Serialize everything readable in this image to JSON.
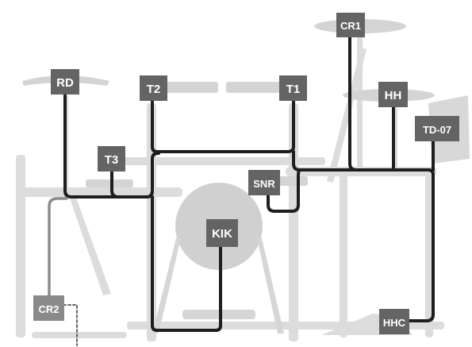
{
  "diagram": {
    "labels": {
      "cr1": "CR1",
      "rd": "RD",
      "t2": "T2",
      "t1": "T1",
      "hh": "HH",
      "td07": "TD-07",
      "t3": "T3",
      "snr": "SNR",
      "kik": "KIK",
      "cr2": "CR2",
      "hhc": "HHC"
    },
    "colors": {
      "hardware": "#dcdcdc",
      "hardware_dark": "#c8c8c8",
      "cable": "#1e1e1e",
      "cable_optional": "#8c8c8c",
      "label_box": "#646464",
      "label_box_light": "#8a8a8a",
      "label_text": "#ffffff"
    }
  }
}
